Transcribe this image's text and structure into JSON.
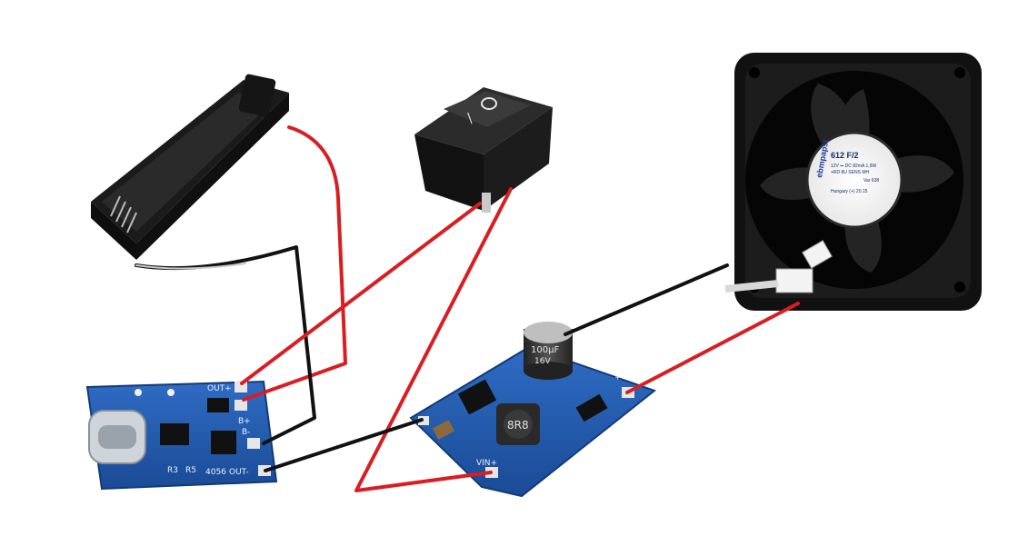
{
  "charger_board": {
    "labels": {
      "out_plus": "OUT+",
      "out_minus": "OUT-",
      "b_plus": "B+",
      "b_minus": "B-",
      "model": "4056",
      "r3": "R3",
      "r5": "R5"
    }
  },
  "boost_board": {
    "capacitor_marking": "100μF",
    "capacitor_voltage": "16V",
    "inductor_marking": "8R8",
    "vin_label": "VIN+",
    "vout_label": "+"
  },
  "fan": {
    "model": "612 F/2",
    "brand": "ebmpapst",
    "spec_line": "12V ⎓ DC 82mA 1,9W",
    "spec_line2": "+RD 8U SENS MH",
    "var": "Var 638",
    "made_in": "Hungary (+)  20.15"
  },
  "switch": {
    "on_symbol": "|",
    "off_symbol": "O"
  },
  "wire_colors": {
    "positive": "#d81e22",
    "negative": "#111111",
    "pcb": "#1e55a8",
    "body": "#1a1a1a"
  }
}
